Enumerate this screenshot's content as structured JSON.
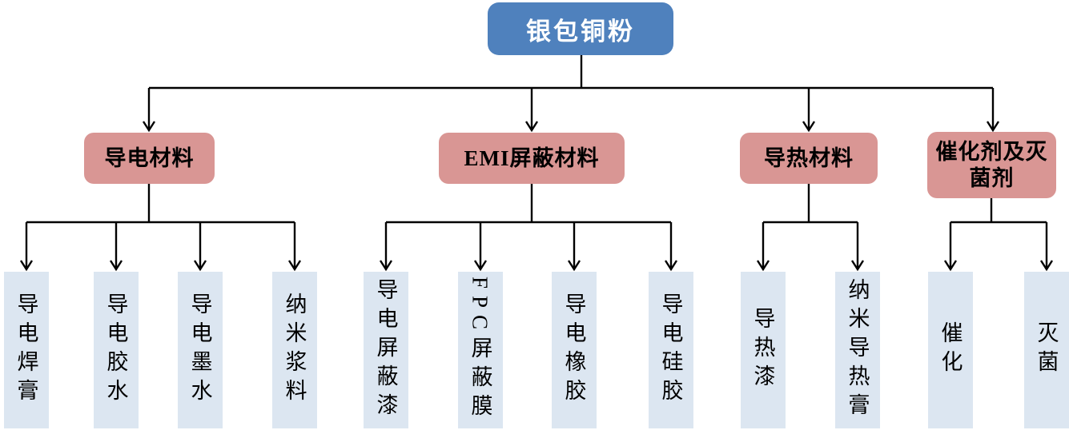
{
  "root": {
    "label": "银包铜粉"
  },
  "groups": [
    {
      "label": "导电材料",
      "children": [
        "导电焊膏",
        "导电胶水",
        "导电墨水",
        "纳米浆料"
      ]
    },
    {
      "label": "EMI屏蔽材料",
      "children": [
        "导电屏蔽漆",
        "FPC屏蔽膜",
        "导电橡胶",
        "导电硅胶"
      ]
    },
    {
      "label": "导热材料",
      "children": [
        "导热漆",
        "纳米导热膏"
      ]
    },
    {
      "label": "催化剂及灭菌剂",
      "children": [
        "催化",
        "灭菌"
      ]
    }
  ],
  "colors": {
    "root_bg": "#4F81BD",
    "root_text": "#FFFFFF",
    "category_bg": "#D99694",
    "leaf_bg": "#DCE6F1",
    "node_text": "#000000",
    "line": "#000000"
  }
}
